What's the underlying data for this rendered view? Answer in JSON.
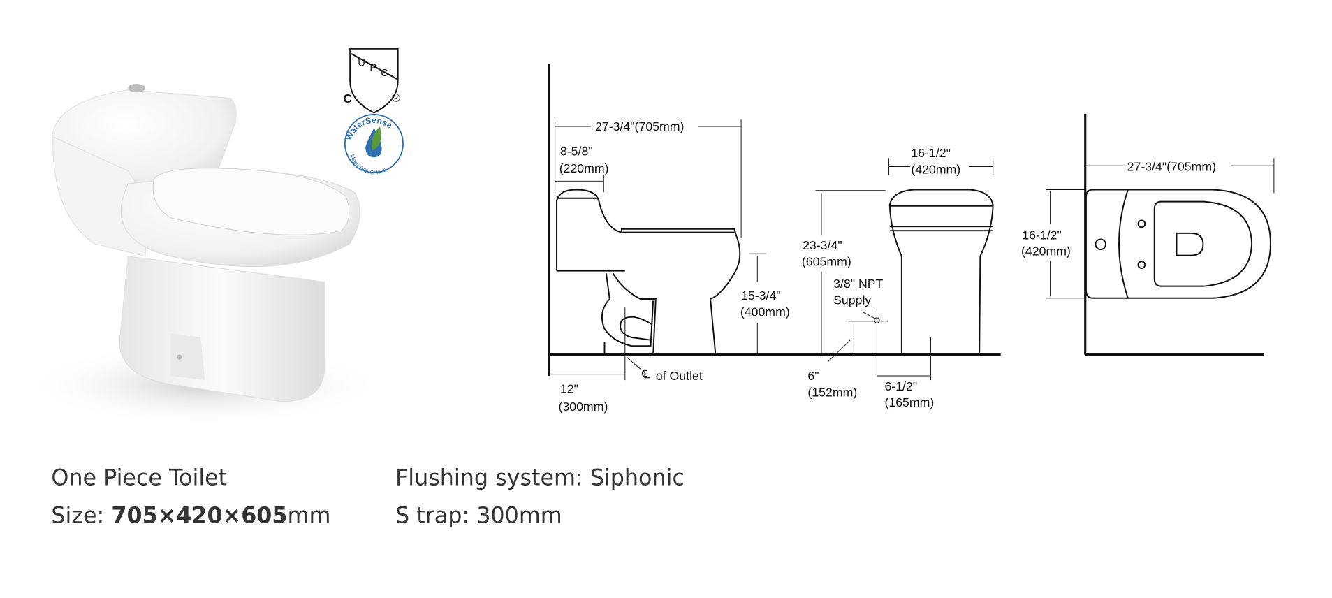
{
  "logos": {
    "upc": {
      "letters": "UPC",
      "prefix": "C",
      "registered": "®"
    },
    "watersense": {
      "top": "WaterSense",
      "bottom": "Meets EPA Criteria"
    }
  },
  "side_view": {
    "overall_length": "27-3/4\"(705mm)",
    "tank_depth_in": "8-5/8\"",
    "tank_depth_mm": "(220mm)",
    "seat_height_in": "15-3/4\"",
    "seat_height_mm": "(400mm)",
    "rough_in_in": "12\"",
    "rough_in_mm": "(300mm)",
    "outlet_label": "of Outlet",
    "centerline_symbol": "℄"
  },
  "front_view": {
    "width_in": "16-1/2\"",
    "width_mm": "(420mm)",
    "height_in": "23-3/4\"",
    "height_mm": "(605mm)",
    "supply_line1": "3/8\" NPT",
    "supply_line2": "Supply",
    "supply_height_in": "6\"",
    "supply_height_mm": "(152mm)",
    "supply_offset_in": "6-1/2\"",
    "supply_offset_mm": "(165mm)"
  },
  "top_view": {
    "length": "27-3/4\"(705mm)",
    "width_in": "16-1/2\"",
    "width_mm": "(420mm)"
  },
  "specs": {
    "product_name": "One Piece Toilet",
    "size_label": "Size: ",
    "size_value": "705×420×605",
    "size_unit": "mm",
    "flushing": "Flushing system: Siphonic",
    "trap": "S trap: 300mm"
  },
  "colors": {
    "ink": "#111111",
    "caption": "#333333",
    "ws_blue": "#2f6fb0",
    "ws_green": "#5a9a3c"
  }
}
